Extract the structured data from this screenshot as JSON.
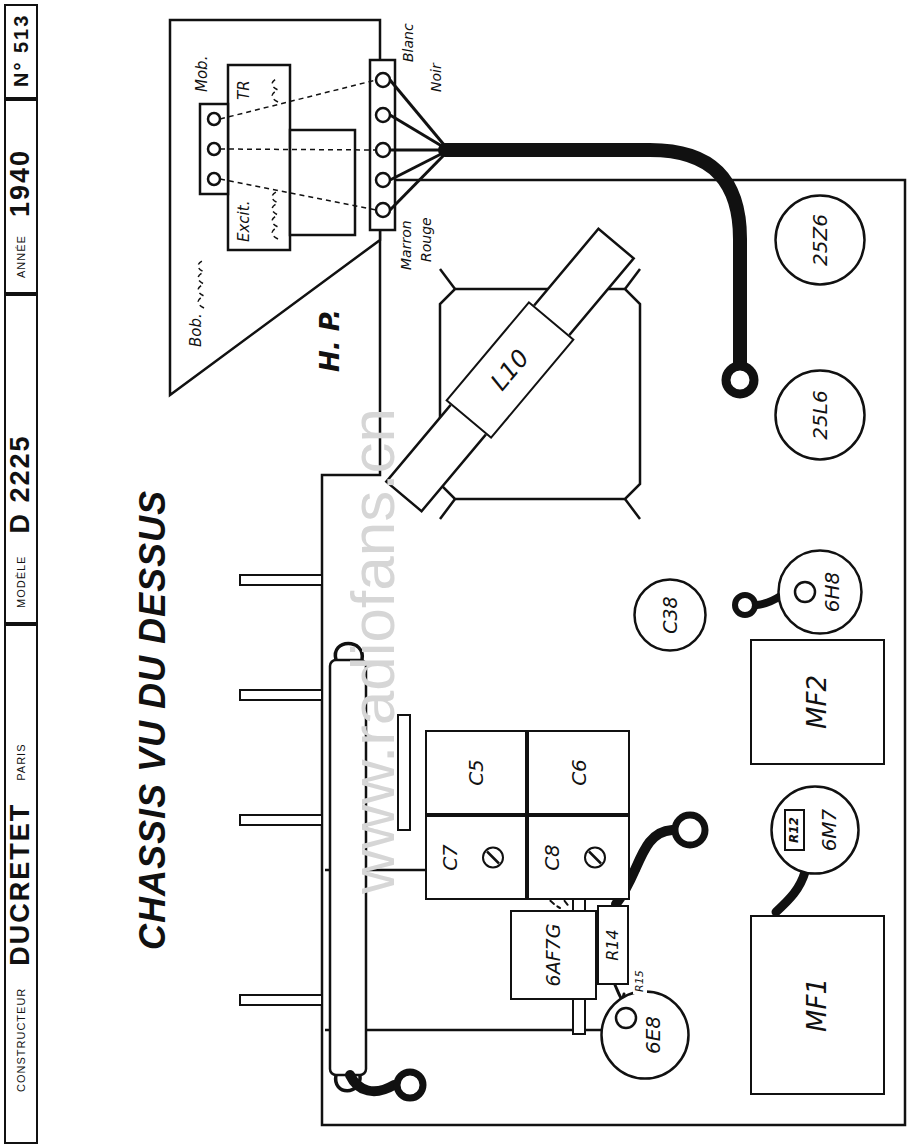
{
  "diagram": {
    "title": "CHASSIS VU DU DESSUS",
    "nodes": [
      {
        "text": [
          "CONSTRUCTEUR",
          "DUCRETET",
          "PARIS"
        ]
      },
      {
        "text": [
          "MODÈLE",
          "D 2225"
        ]
      },
      {
        "text": [
          "ANNÉE",
          "1940"
        ]
      },
      {
        "text": [
          "N° 513"
        ]
      },
      {
        "text": [
          "6E8"
        ]
      },
      {
        "text": [
          "6AF7G"
        ]
      },
      {
        "text": [
          "R14"
        ]
      },
      {
        "text": [
          "C7"
        ]
      },
      {
        "text": [
          "C8"
        ]
      },
      {
        "text": [
          "C5"
        ]
      },
      {
        "text": [
          "C6"
        ]
      },
      {
        "text": [
          "MF1"
        ]
      },
      {
        "text": [
          "6M7"
        ]
      },
      {
        "text": [
          "R12"
        ],
        "in": 12
      },
      {
        "text": [
          "MF2"
        ]
      },
      {
        "text": [
          "6H8"
        ]
      },
      {
        "text": [
          "C38"
        ]
      },
      {
        "text": [
          "L10"
        ]
      },
      {
        "text": [
          "25L6"
        ]
      },
      {
        "text": [
          "25Z6"
        ]
      }
    ],
    "labels": [
      "R15",
      "H. P.",
      "Bob.",
      "Mob.",
      "Excit.",
      "TR",
      "Blanc",
      "Noir",
      "Marron",
      "Rouge",
      "www.radiofans.cn"
    ]
  }
}
